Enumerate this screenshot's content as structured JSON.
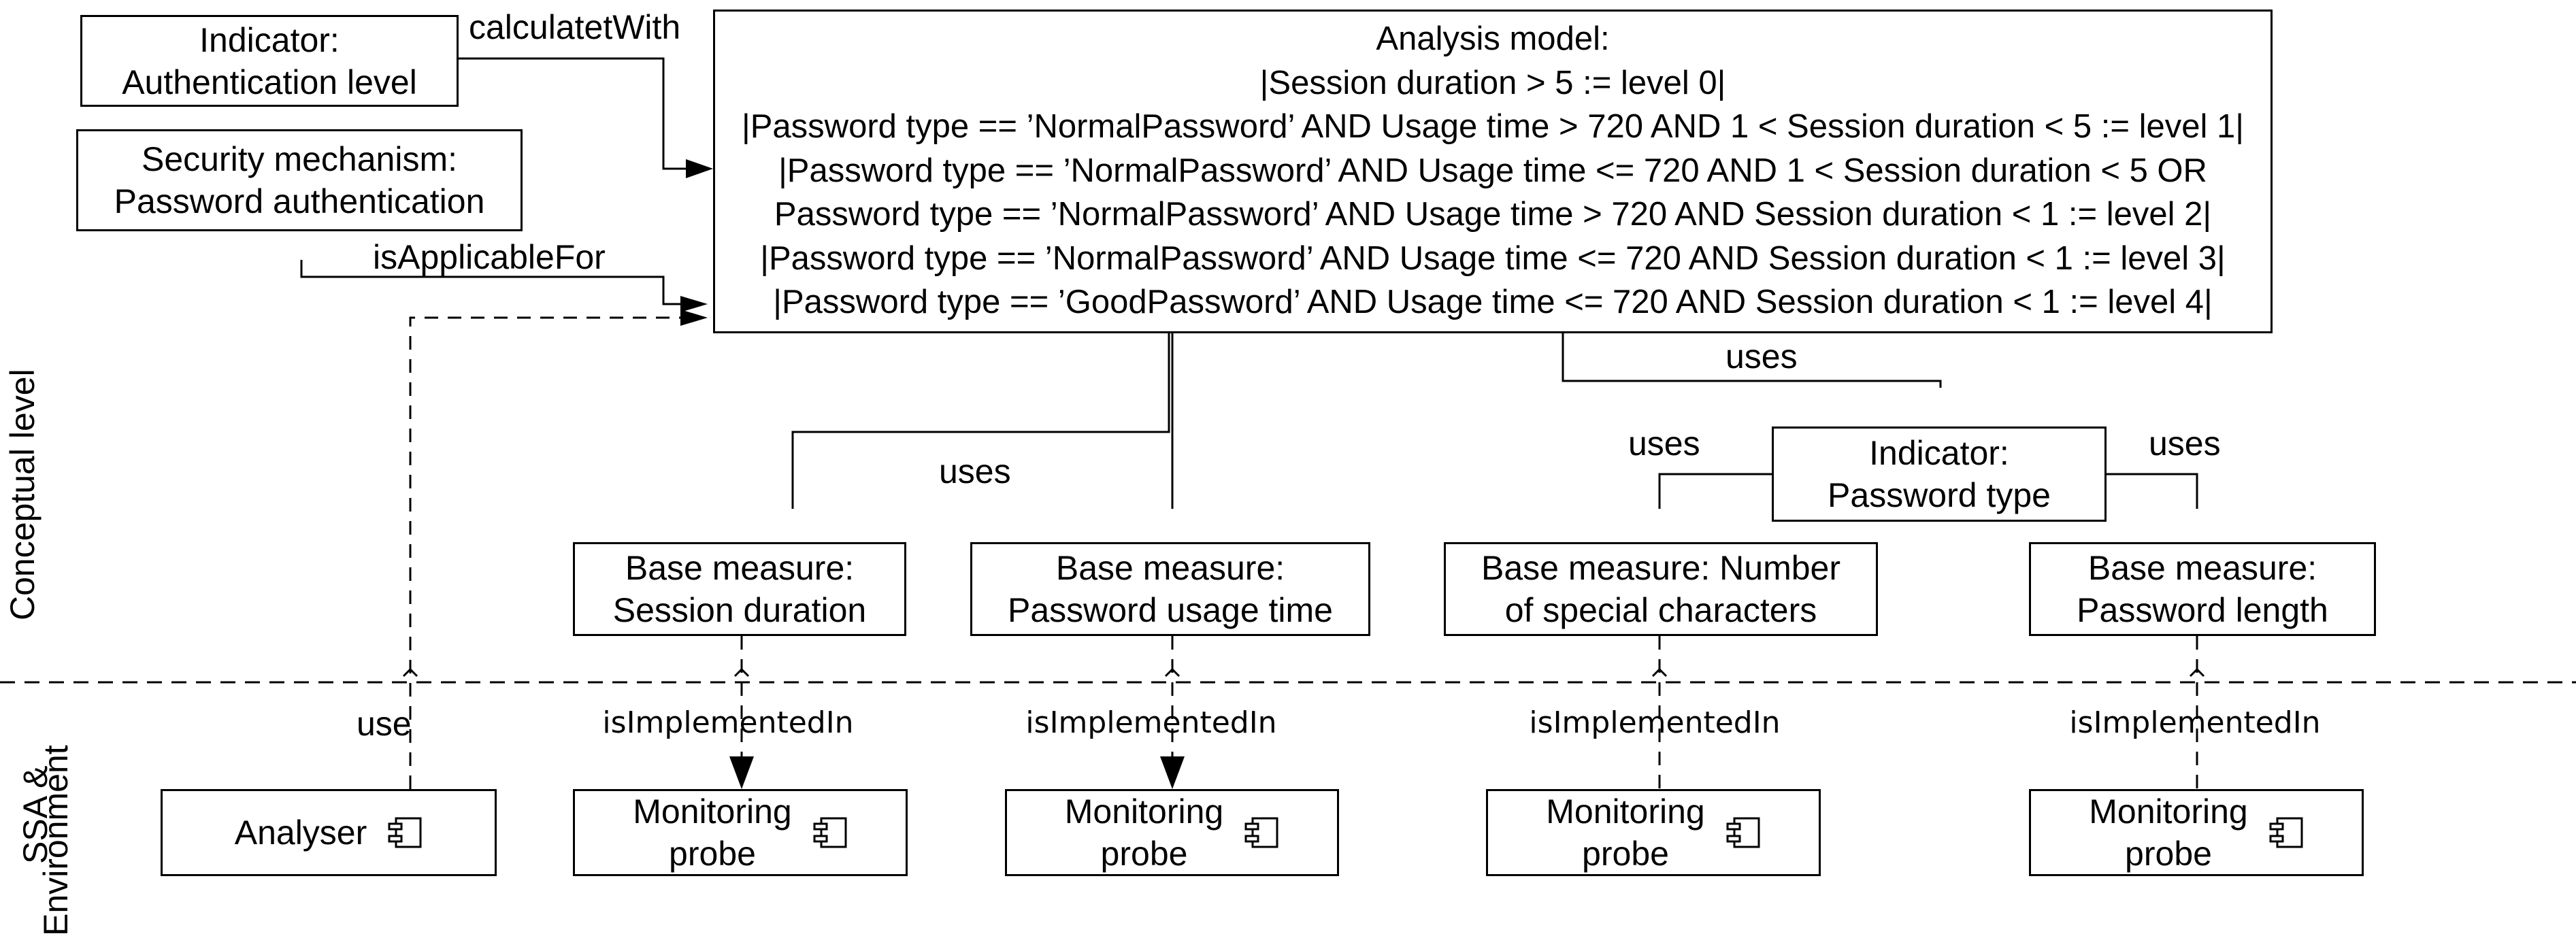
{
  "levels": {
    "conceptual": "Conceptual level",
    "ssa_line1": "SSA &",
    "ssa_line2": "Environment"
  },
  "boxes": {
    "indicator_auth": {
      "line1": "Indicator:",
      "line2": "Authentication level"
    },
    "security_mechanism": {
      "line1": "Security mechanism:",
      "line2": "Password authentication"
    },
    "analysis_model": {
      "lines": [
        "Analysis model:",
        "|Session duration > 5 := level 0|",
        "|Password type == ’NormalPassword’ AND Usage time > 720 AND 1 < Session duration < 5 := level 1|",
        "|Password type == ’NormalPassword’ AND Usage time <= 720 AND 1 < Session duration < 5 OR",
        "Password type == ’NormalPassword’ AND Usage time > 720 AND Session duration < 1 := level 2|",
        "|Password type == ’NormalPassword’ AND Usage time <= 720 AND Session duration < 1 := level 3|",
        "|Password type == ’GoodPassword’ AND Usage time <= 720 AND Session duration < 1 := level 4|"
      ]
    },
    "indicator_password_type": {
      "line1": "Indicator:",
      "line2": "Password type"
    },
    "bm_session_duration": {
      "line1": "Base measure:",
      "line2": "Session duration"
    },
    "bm_password_usage_time": {
      "line1": "Base measure:",
      "line2": "Password usage time"
    },
    "bm_special_characters": {
      "line1": "Base measure: Number",
      "line2": "of special characters"
    },
    "bm_password_length": {
      "line1": "Base measure:",
      "line2": "Password length"
    },
    "analyser": {
      "label": "Analyser"
    },
    "monitoring_probe_1": {
      "line1": "Monitoring",
      "line2": "probe"
    },
    "monitoring_probe_2": {
      "line1": "Monitoring",
      "line2": "probe"
    },
    "monitoring_probe_3": {
      "line1": "Monitoring",
      "line2": "probe"
    },
    "monitoring_probe_4": {
      "line1": "Monitoring",
      "line2": "probe"
    }
  },
  "edges": {
    "calculated_with": "calculatetWith",
    "is_applicable_for": "isApplicableFor",
    "uses_1": "uses",
    "uses_2": "uses",
    "uses_3": "uses",
    "uses_4": "uses",
    "use": "use",
    "is_implemented_in_1": "isImplementedIn",
    "is_implemented_in_2": "isImplementedIn",
    "is_implemented_in_3": "isImplementedIn",
    "is_implemented_in_4": "isImplementedIn"
  }
}
